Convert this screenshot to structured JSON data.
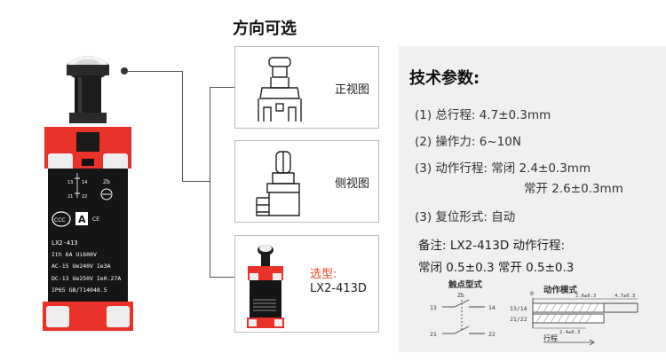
{
  "options_title": "方向可选",
  "views": {
    "front_label": "正视图",
    "side_label": "侧视图",
    "model_title": "选型:",
    "model_value": "LX2-413D"
  },
  "product_label": {
    "l1": "LX2-413",
    "l2": "Ith 6A Ui600V",
    "l3": "AC-15 Ue240V Ie3A",
    "l4": "DC-13 Ue250V Ie0.27A",
    "l5": "IP65 GB/T14048.5",
    "zb": "Zb",
    "t13": "13",
    "t14": "14",
    "t21": "21",
    "t22": "22",
    "ce": "CE",
    "ccc": "CCC"
  },
  "spec": {
    "title": "技术参数:",
    "row1": "(1) 总行程: 4.7±0.3mm",
    "row2": "(2) 操作力: 6~10N",
    "row3a": "(3) 动作行程: 常闭 2.4±0.3mm",
    "row3b": "常开 2.6±0.3mm",
    "row4": "(3) 复位形式: 自动",
    "note1": "备注: LX2-413D 动作行程:",
    "note2": "常闭 0.5±0.3 常开 0.5±0.3"
  },
  "diagram": {
    "contact_title": "触点型式",
    "motion_title": "动作模式",
    "zb": "Zb",
    "c13": "13",
    "c14": "14",
    "c21": "21",
    "c22": "22",
    "zero": "0",
    "r1314": "13/14",
    "r2122": "21/22",
    "d26": "2.6±0.3",
    "d47": "4.7±0.3",
    "d24": "2.4±0.3",
    "stroke": "行程"
  },
  "colors": {
    "body_red": "#e8322a",
    "body_black": "#1a1a1a",
    "panel_bg": "#f0f0f0",
    "accent": "#e24a2d"
  }
}
